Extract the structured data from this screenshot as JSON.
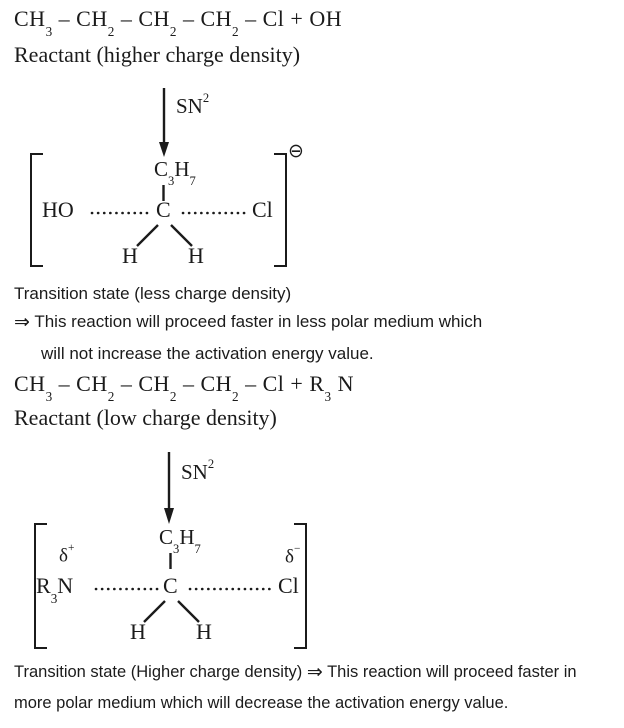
{
  "colors": {
    "ink": "#1b1b1b",
    "background": "#ffffff"
  },
  "section1": {
    "formula": "CH_3_ – CH_2_ – CH_2_ – CH_2_ – Cl + OH",
    "reactant_label": "Reactant (higher charge density)",
    "arrow_label": "SN^2^",
    "transition_state": {
      "charge_symbol": "⊖",
      "top_group": "C_3_H_7_",
      "left_group": "HO",
      "center_atom": "C",
      "right_group": "Cl",
      "hydrogen_left": "H",
      "hydrogen_right": "H"
    },
    "ts_caption": "Transition state (less charge density)",
    "implies_symbol": "⇒",
    "conclusion_line1": "This reaction will proceed faster in less polar medium which",
    "conclusion_line2": "will not increase the activation energy value."
  },
  "section2": {
    "formula": "CH_3_ – CH_2_ – CH_2_ – CH_2_ – Cl + R_3_ N",
    "reactant_label": "Reactant (low charge density)",
    "arrow_label": "SN^2^",
    "transition_state": {
      "delta_plus": "δ^+^",
      "delta_minus": "δ^−^",
      "top_group": "C_3_H_7_",
      "left_group": "R_3_N",
      "center_atom": "C",
      "right_group": "Cl",
      "hydrogen_left": "H",
      "hydrogen_right": "H"
    },
    "ts_caption": "Transition state (Higher charge density)",
    "implies_symbol": "⇒",
    "conclusion_line1": "This reaction will proceed faster in",
    "conclusion_line2": "more polar medium which will decrease the activation energy value."
  }
}
